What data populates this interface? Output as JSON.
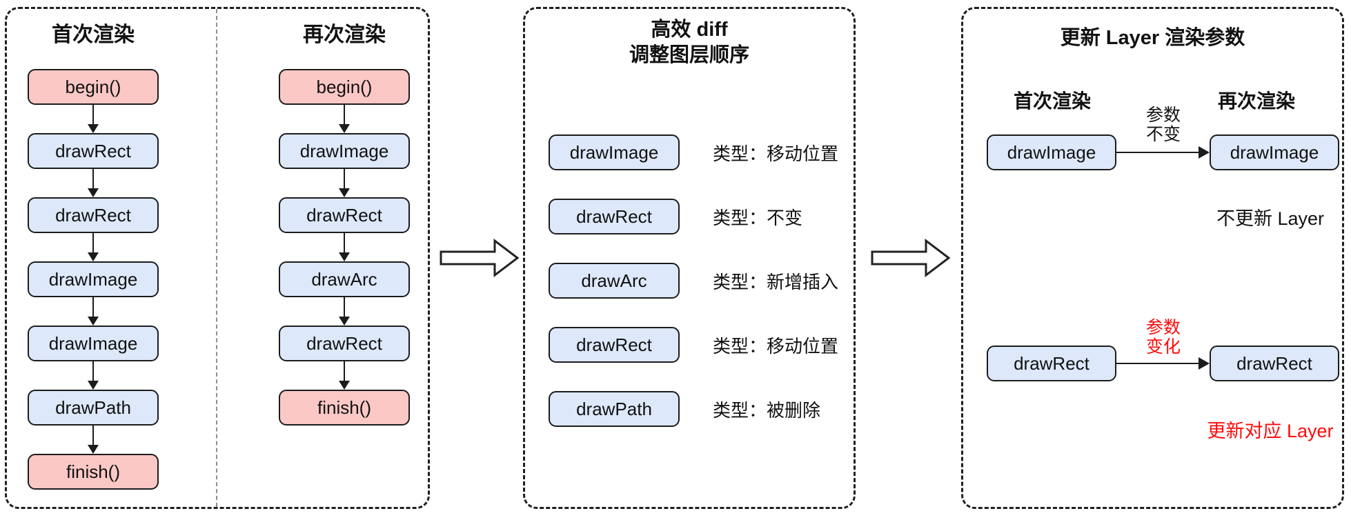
{
  "colors": {
    "terminal_fill": "#FBC8C6",
    "op_fill": "#DDE8FB",
    "highlight_red": "#FF0A0A",
    "ink": "#1b1b1b"
  },
  "left_panel": {
    "columns": [
      {
        "title": "首次渲染",
        "nodes": [
          {
            "label": "begin()",
            "kind": "terminal"
          },
          {
            "label": "drawRect",
            "kind": "op"
          },
          {
            "label": "drawRect",
            "kind": "op"
          },
          {
            "label": "drawImage",
            "kind": "op"
          },
          {
            "label": "drawImage",
            "kind": "op"
          },
          {
            "label": "drawPath",
            "kind": "op"
          },
          {
            "label": "finish()",
            "kind": "terminal"
          }
        ]
      },
      {
        "title": "再次渲染",
        "nodes": [
          {
            "label": "begin()",
            "kind": "terminal"
          },
          {
            "label": "drawImage",
            "kind": "op"
          },
          {
            "label": "drawRect",
            "kind": "op"
          },
          {
            "label": "drawArc",
            "kind": "op"
          },
          {
            "label": "drawRect",
            "kind": "op"
          },
          {
            "label": "finish()",
            "kind": "terminal"
          }
        ]
      }
    ]
  },
  "diff_panel": {
    "title_line1": "高效 diff",
    "title_line2": "调整图层顺序",
    "rows": [
      {
        "op": "drawImage",
        "type_label": "类型：移动位置"
      },
      {
        "op": "drawRect",
        "type_label": "类型：不变"
      },
      {
        "op": "drawArc",
        "type_label": "类型：新增插入"
      },
      {
        "op": "drawRect",
        "type_label": "类型：移动位置"
      },
      {
        "op": "drawPath",
        "type_label": "类型：被删除"
      }
    ]
  },
  "update_panel": {
    "title": "更新 Layer 渲染参数",
    "col_headers": [
      {
        "label": "首次渲染"
      },
      {
        "label": "再次渲染"
      }
    ],
    "rows": [
      {
        "from": "drawImage",
        "to": "drawImage",
        "arrow_label_line1": "参数",
        "arrow_label_line2": "不变",
        "note": "不更新 Layer"
      },
      {
        "from": "drawRect",
        "to": "drawRect",
        "arrow_label_line1": "参数",
        "arrow_label_line2": "变化",
        "note": "更新对应 Layer"
      }
    ]
  }
}
